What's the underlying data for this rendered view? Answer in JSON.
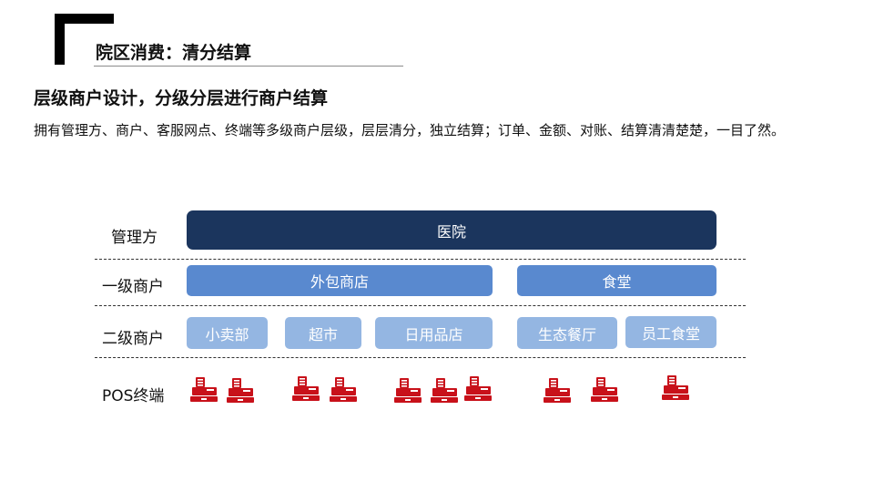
{
  "header": {
    "title": "院区消费：清分结算"
  },
  "content": {
    "subtitle": "层级商户设计，分级分层进行商户结算",
    "description": "拥有管理方、商户、客服网点、终端等多级商户层级，层层清分，独立结算；订单、金额、对账、结算清清楚楚，一目了然。"
  },
  "diagram": {
    "levels": {
      "admin": "管理方",
      "level1": "一级商户",
      "level2": "二级商户",
      "pos": "POS终端"
    },
    "admin_box": "医院",
    "level1_boxes": [
      "外包商店",
      "食堂"
    ],
    "level2_boxes": [
      "小卖部",
      "超市",
      "日用品店",
      "生态餐厅",
      "员工食堂"
    ],
    "pos_icon": "cash-register-icon",
    "colors": {
      "admin": "#1b355d",
      "level1": "#5989cf",
      "level2": "#94b6e2",
      "pos": "#c8111a"
    }
  }
}
